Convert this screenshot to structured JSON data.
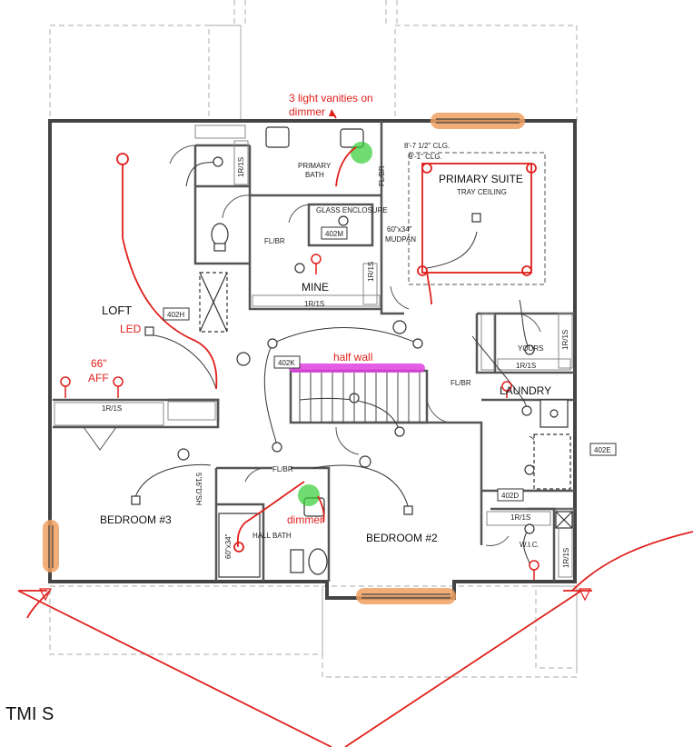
{
  "annotations": {
    "vanities_line1": "3 light vanities on",
    "vanities_line2": "dimmer",
    "led": "LED",
    "aff_line1": "66\"",
    "aff_line2": "AFF",
    "half_wall": "half wall",
    "dimmer": "dimmer"
  },
  "rooms": {
    "loft": "LOFT",
    "mine": "MINE",
    "primary_suite": "PRIMARY SUITE",
    "tray_ceiling": "TRAY CEILING",
    "laundry": "LAUNDRY",
    "bedroom3": "BEDROOM #3",
    "bedroom2": "BEDROOM #2",
    "hall_bath": "HALL BATH",
    "primary_bath_l1": "PRIMARY",
    "primary_bath_l2": "BATH",
    "yours": "YOURS",
    "wic": "W.I.C.",
    "glass_enclosure": "GLASS ENCLOSURE",
    "mudpan_l1": "60\"x34\"",
    "mudpan_l2": "MUDPAN"
  },
  "notes": {
    "clg1": "8'-7 1/2\" CLG.",
    "clg2": "9'-1\" CLG.",
    "fl_br_bath": "FL/BR",
    "fl_br_top": "FL/BR",
    "fl_br_stair": "FL/BR",
    "fl_br_hall": "FL/BR",
    "r_s_top": "1R/1S",
    "r_s_mine": "1R/1S",
    "r_s_loft": "1R/1S",
    "r_s_yours": "1R/1S",
    "r_s_wic": "1R/1S",
    "r_s_hall": "1R/1S",
    "tr_s1": "1R/1S",
    "tr_s2": "1R/1S",
    "dsh": "5'16\"D'SH",
    "size_60x34": "60\"x34\""
  },
  "tags": {
    "t402H": "402H",
    "t402M": "402M",
    "t402K": "402K",
    "t402E": "402E",
    "t402D": "402D"
  },
  "footer": {
    "title": "TMI S"
  },
  "colors": {
    "markup_red": "#e0201c",
    "highlight_orange": "#f0a060",
    "highlight_magenta": "#e040e0",
    "highlight_green": "#33cc33",
    "wall": "#444444"
  }
}
